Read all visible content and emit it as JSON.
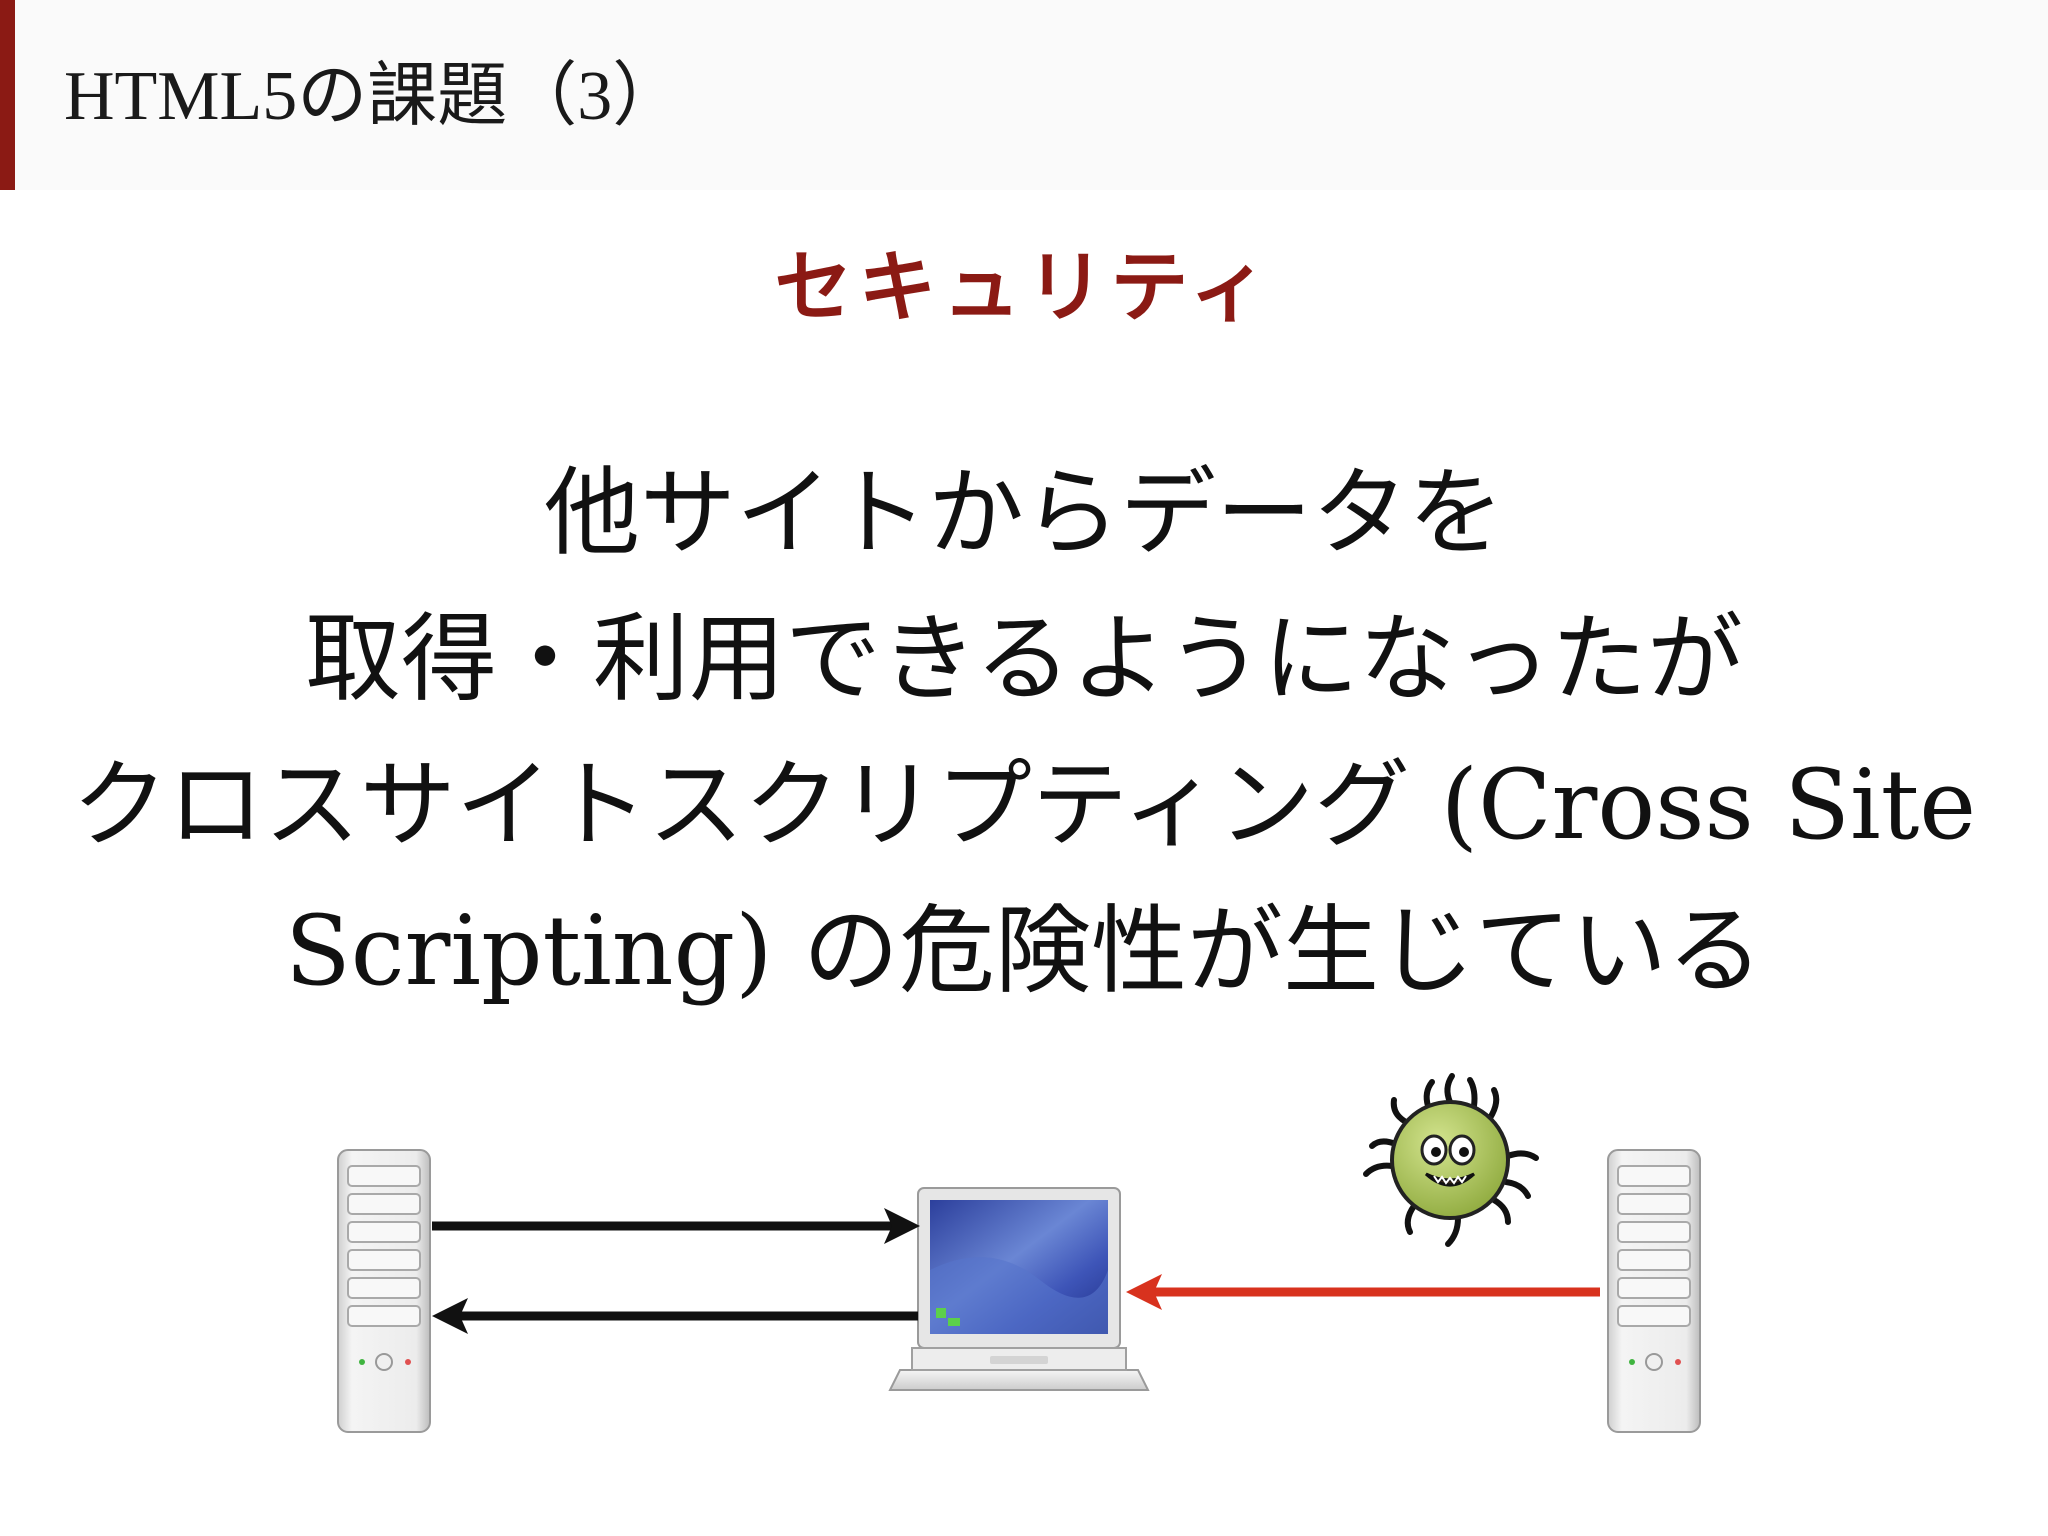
{
  "header": {
    "title": "HTML5の課題（3）"
  },
  "section": {
    "subtitle": "セキュリティ"
  },
  "body": {
    "lines": [
      "他サイトからデータを",
      "取得・利用できるようになったが",
      "クロスサイトスクリプティング (Cross Site",
      "Scripting) の危険性が生じている"
    ]
  },
  "diagram": {
    "icons": [
      "left-server-icon",
      "laptop-icon",
      "virus-icon",
      "right-server-icon"
    ],
    "arrows": [
      {
        "from": "left-server",
        "to": "laptop",
        "color": "#111111"
      },
      {
        "from": "laptop",
        "to": "left-server",
        "color": "#111111"
      },
      {
        "from": "right-server",
        "to": "laptop",
        "color": "#d8321e"
      }
    ]
  },
  "colors": {
    "accent": "#8b1a14",
    "subtitle": "#8b1a14",
    "arrow_normal": "#111111",
    "arrow_malicious": "#d8321e",
    "virus_body": "#a8c25a"
  }
}
